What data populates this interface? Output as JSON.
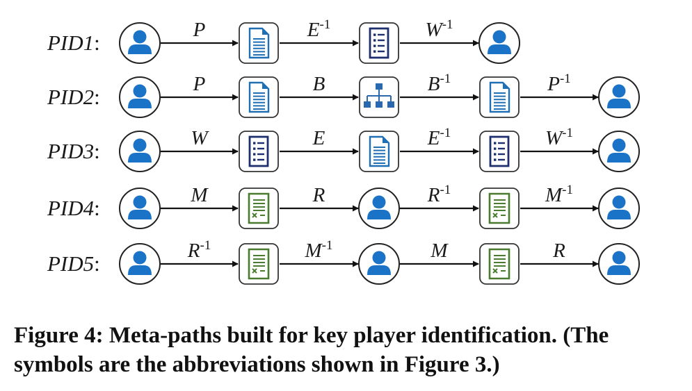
{
  "colors": {
    "person": "#1a73c6",
    "doc": "#1f6fb5",
    "list": "#1d2f6f",
    "tree": "#2a68b0",
    "sheet": "#4a7c2f",
    "line": "#111111"
  },
  "rows": [
    {
      "label": "PID1",
      "nodes": [
        "user-icon",
        "document-icon",
        "list-icon",
        "user-icon"
      ],
      "edges": [
        {
          "sym": "P",
          "sup": ""
        },
        {
          "sym": "E",
          "sup": "-1"
        },
        {
          "sym": "W",
          "sup": "-1"
        }
      ]
    },
    {
      "label": "PID2",
      "nodes": [
        "user-icon",
        "document-icon",
        "hierarchy-icon",
        "document-icon",
        "user-icon"
      ],
      "edges": [
        {
          "sym": "P",
          "sup": ""
        },
        {
          "sym": "B",
          "sup": ""
        },
        {
          "sym": "B",
          "sup": "-1"
        },
        {
          "sym": "P",
          "sup": "-1"
        }
      ]
    },
    {
      "label": "PID3",
      "nodes": [
        "user-icon",
        "list-icon",
        "document-icon",
        "list-icon",
        "user-icon"
      ],
      "edges": [
        {
          "sym": "W",
          "sup": ""
        },
        {
          "sym": "E",
          "sup": ""
        },
        {
          "sym": "E",
          "sup": "-1"
        },
        {
          "sym": "W",
          "sup": "-1"
        }
      ]
    },
    {
      "label": "PID4",
      "nodes": [
        "user-icon",
        "spreadsheet-icon",
        "user-icon",
        "spreadsheet-icon",
        "user-icon"
      ],
      "edges": [
        {
          "sym": "M",
          "sup": ""
        },
        {
          "sym": "R",
          "sup": ""
        },
        {
          "sym": "R",
          "sup": "-1"
        },
        {
          "sym": "M",
          "sup": "-1"
        }
      ]
    },
    {
      "label": "PID5",
      "nodes": [
        "user-icon",
        "spreadsheet-icon",
        "user-icon",
        "spreadsheet-icon",
        "user-icon"
      ],
      "edges": [
        {
          "sym": "R",
          "sup": "-1"
        },
        {
          "sym": "M",
          "sup": "-1"
        },
        {
          "sym": "M",
          "sup": ""
        },
        {
          "sym": "R",
          "sup": ""
        }
      ]
    }
  ],
  "caption": "Figure 4: Meta-paths built for key player identification. (The symbols are the abbreviations shown in Figure 3.)"
}
